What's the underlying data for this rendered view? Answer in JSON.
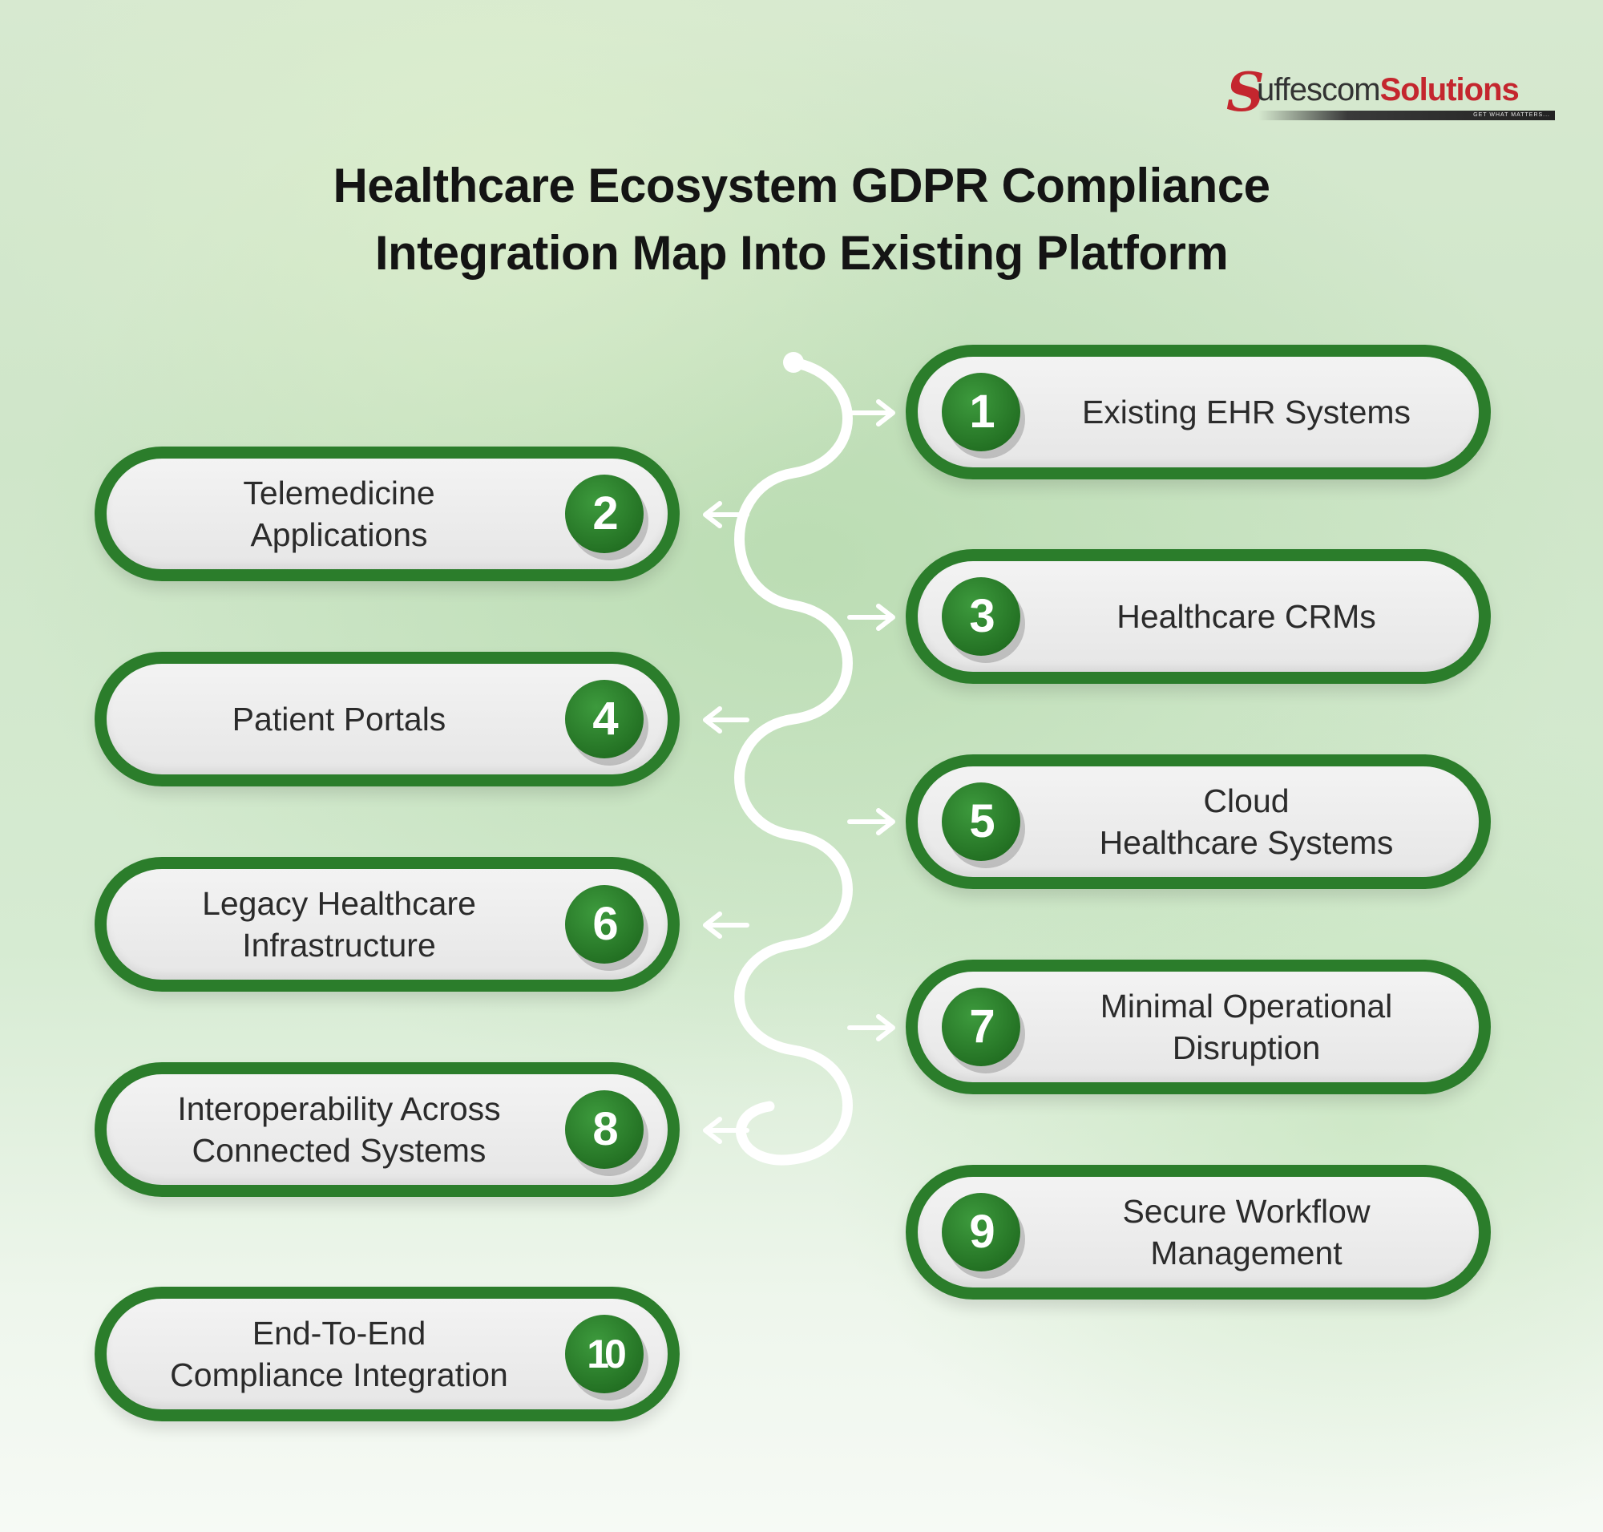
{
  "brand": {
    "logo_initial": "S",
    "logo_word_1": "uffescom",
    "logo_word_2": "Solutions",
    "tagline": "GET WHAT MATTERS...",
    "colors": {
      "brand_red": "#c4262e",
      "accent_green": "#2b7d2b"
    }
  },
  "title": {
    "line1": "Healthcare Ecosystem GDPR Compliance",
    "line2": "Integration Map Into Existing Platform"
  },
  "steps": [
    {
      "number": "1",
      "label": "Existing EHR Systems"
    },
    {
      "number": "2",
      "label": "Telemedicine\nApplications"
    },
    {
      "number": "3",
      "label": "Healthcare CRMs"
    },
    {
      "number": "4",
      "label": "Patient Portals"
    },
    {
      "number": "5",
      "label": "Cloud\nHealthcare Systems"
    },
    {
      "number": "6",
      "label": "Legacy Healthcare\nInfrastructure"
    },
    {
      "number": "7",
      "label": "Minimal Operational\nDisruption"
    },
    {
      "number": "8",
      "label": "Interoperability Across\nConnected Systems"
    },
    {
      "number": "9",
      "label": "Secure Workflow\nManagement"
    },
    {
      "number": "10",
      "label": "End-To-End\nCompliance Integration"
    }
  ]
}
